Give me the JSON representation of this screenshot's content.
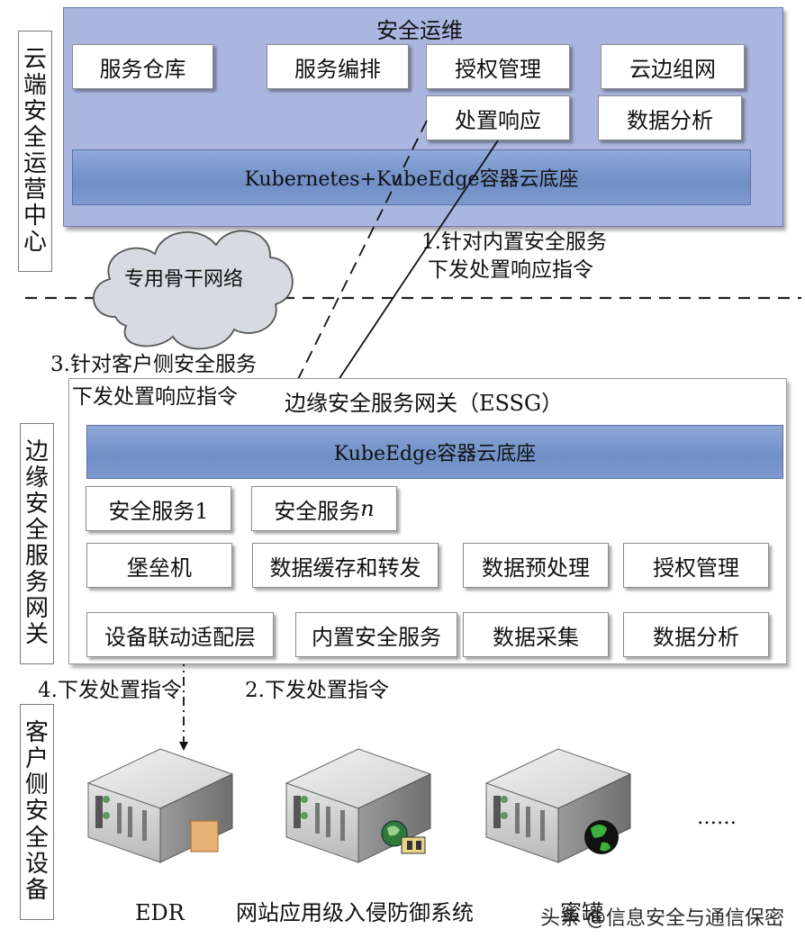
{
  "labels": {
    "cloud_center": "云端安全运营中心",
    "edge_gateway": "边缘安全服务网关",
    "client_devices": "客户侧安全设备"
  },
  "ops": {
    "title": "安全运维",
    "boxes": [
      "服务仓库",
      "服务编排",
      "授权管理",
      "云边组网",
      "处置响应",
      "数据分析"
    ],
    "base": "Kubernetes+KubeEdge容器云底座"
  },
  "cloud": {
    "label": "专用骨干网络"
  },
  "gateway": {
    "title": "边缘安全服务网关（ESSG）",
    "base": "KubeEdge容器云底座",
    "service1": "安全服务1",
    "service_n": "安全服务",
    "service_n_italic": "n",
    "row2": [
      "堡垒机",
      "数据缓存和转发",
      "数据预处理",
      "授权管理"
    ],
    "row3": [
      "设备联动适配层",
      "内置安全服务",
      "数据采集",
      "数据分析"
    ]
  },
  "notes": {
    "note1_line1": "1.针对内置安全服务",
    "note1_line2": "下发处置响应指令",
    "note3_line1": "3.针对客户侧安全服务",
    "note3_line2": "下发处置响应指令",
    "note4": "4.下发处置指令",
    "note2": "2.下发处置指令"
  },
  "devices": {
    "items": [
      "EDR",
      "网站应用级入侵防御系统",
      "蜜罐"
    ],
    "ellipsis": "……"
  },
  "watermark": "头条 @信息安全与通信保密"
}
